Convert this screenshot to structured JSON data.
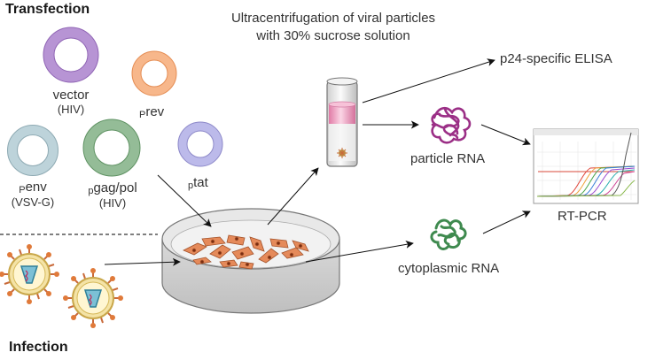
{
  "headings": {
    "transfection": "Transfection",
    "infection": "Infection"
  },
  "plasmids": {
    "vector": {
      "name": "vector",
      "sub": "(HIV)"
    },
    "rev": {
      "prefix": "P",
      "name": "rev"
    },
    "env": {
      "prefix": "P",
      "name": "env",
      "sub": "(VSV-G)"
    },
    "gagpol": {
      "prefix": "p",
      "name": "gag/pol",
      "sub": "(HIV)"
    },
    "tat": {
      "prefix": "p",
      "name": "tat"
    }
  },
  "labels": {
    "ultracentrifugation_line1": "Ultracentrifugation of viral particles",
    "ultracentrifugation_line2": "with 30% sucrose solution",
    "elisa": "p24-specific ELISA",
    "particle_rna": "particle RNA",
    "cytoplasmic_rna": "cytoplasmic RNA",
    "rtpcr": "RT-PCR"
  },
  "colors": {
    "vector": "#a57cc7",
    "rev": "#f5a36c",
    "env": "#a9c4cc",
    "gagpol": "#7ba97e",
    "tat": "#a7a4d8",
    "particle_rna": "#9b2f86",
    "cytoplasmic_rna": "#3f8a4f",
    "cells": "#e58a5a"
  },
  "icons": [
    "plasmid-ring-icon",
    "virus-icon",
    "petri-dish-icon",
    "centrifuge-tube-icon",
    "rna-squiggle-icon",
    "pcr-plot-icon",
    "arrow-icon"
  ]
}
